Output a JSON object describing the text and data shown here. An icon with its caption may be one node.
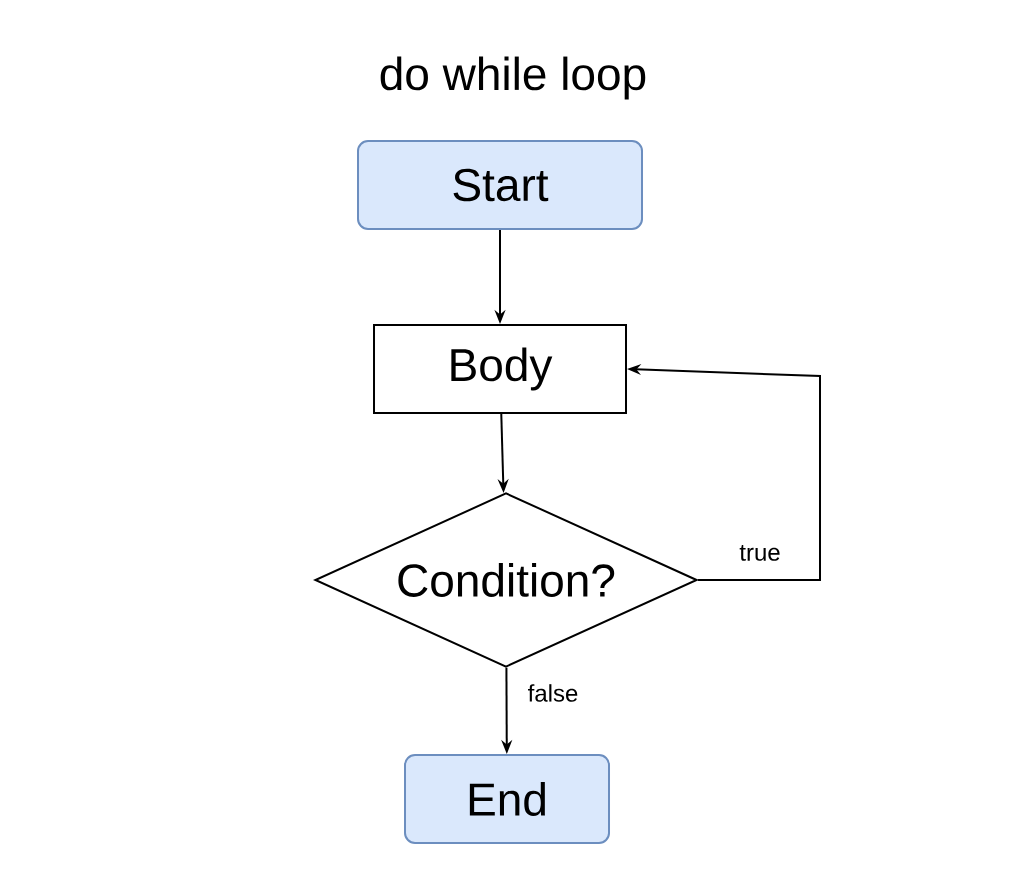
{
  "diagram": {
    "title": "do while loop",
    "nodes": [
      {
        "text": [
          "Start"
        ]
      },
      {
        "text": [
          "Body"
        ]
      },
      {
        "text": [
          "Condition?"
        ]
      },
      {
        "text": [
          "End"
        ]
      }
    ],
    "edges": [
      {
        "from": 0,
        "to": 1,
        "arrow": "to"
      },
      {
        "from": 1,
        "to": 2,
        "arrow": "to"
      },
      {
        "from": 2,
        "to": 1,
        "arrow": "to",
        "label": "true"
      },
      {
        "from": 2,
        "to": 3,
        "arrow": "to",
        "label": "false"
      }
    ]
  }
}
